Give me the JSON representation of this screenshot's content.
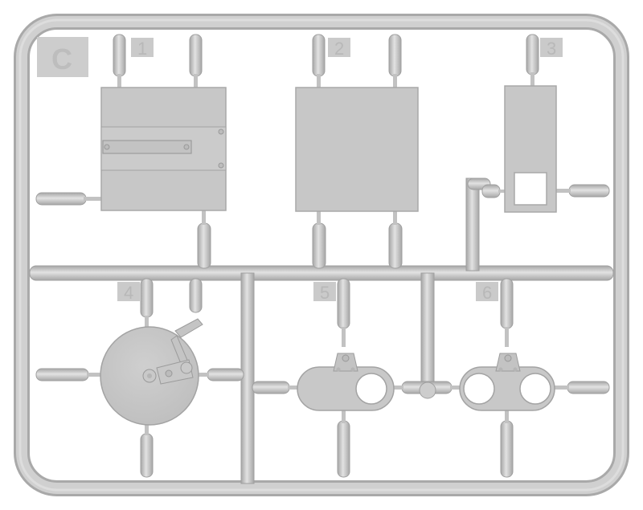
{
  "sprue": {
    "letter": "C",
    "part_numbers": [
      "1",
      "2",
      "3",
      "4",
      "5",
      "6"
    ]
  },
  "colors": {
    "plastic": "#c9c9c9",
    "plastic_light": "#d6d6d6",
    "plastic_dark": "#a9a9a9",
    "background": "#ffffff"
  }
}
